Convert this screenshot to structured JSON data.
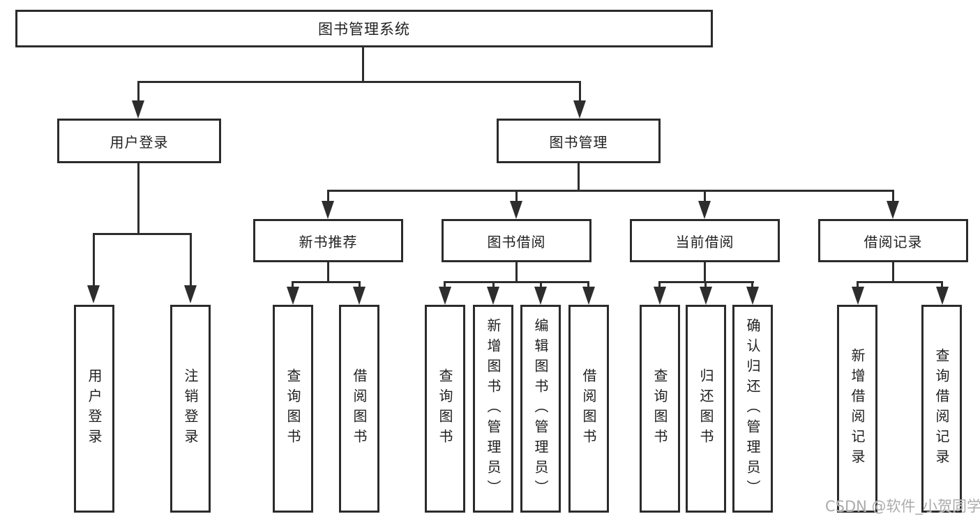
{
  "diagram": {
    "title": "图书管理系统",
    "level2": [
      {
        "label": "用户登录"
      },
      {
        "label": "图书管理"
      }
    ],
    "level3": [
      {
        "label": "新书推荐"
      },
      {
        "label": "图书借阅"
      },
      {
        "label": "当前借阅"
      },
      {
        "label": "借阅记录"
      }
    ],
    "leaves": [
      {
        "label": "用户登录"
      },
      {
        "label": "注销登录"
      },
      {
        "label": "查询图书"
      },
      {
        "label": "借阅图书"
      },
      {
        "label": "查询图书"
      },
      {
        "label": "新增图书（管理员）"
      },
      {
        "label": "编辑图书（管理员）"
      },
      {
        "label": "借阅图书"
      },
      {
        "label": "查询图书"
      },
      {
        "label": "归还图书"
      },
      {
        "label": "确认归还（管理员）"
      },
      {
        "label": "新增借阅记录"
      },
      {
        "label": "查询借阅记录"
      }
    ]
  },
  "watermark": {
    "text": "CSDN @软件_小贺同学",
    "color": "#ababab"
  },
  "colors": {
    "line": "#2d2d2d",
    "box_border": "#2b2b2b",
    "background": "#ffffff",
    "text": "#1f1f1f"
  }
}
